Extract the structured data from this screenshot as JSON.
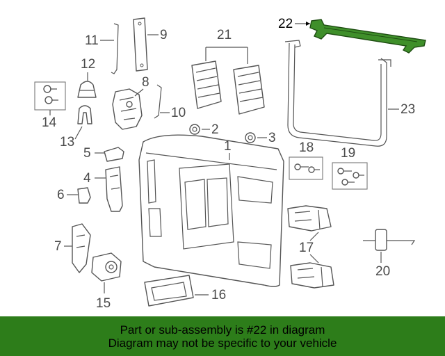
{
  "colors": {
    "highlight": "#3f8f2a",
    "banner": "#2d7d1a",
    "line": "#555555"
  },
  "callouts": {
    "c1": "1",
    "c2": "2",
    "c3": "3",
    "c4": "4",
    "c5": "5",
    "c6": "6",
    "c7": "7",
    "c8": "8",
    "c9": "9",
    "c10": "10",
    "c11": "11",
    "c12": "12",
    "c13": "13",
    "c14": "14",
    "c15": "15",
    "c16": "16",
    "c17": "17",
    "c18": "18",
    "c19": "19",
    "c20": "20",
    "c21": "21",
    "c22": "22",
    "c23": "23"
  },
  "banner": {
    "line1": "Part or sub-assembly is #22 in diagram",
    "line2": "Diagram may not be specific to your vehicle"
  }
}
